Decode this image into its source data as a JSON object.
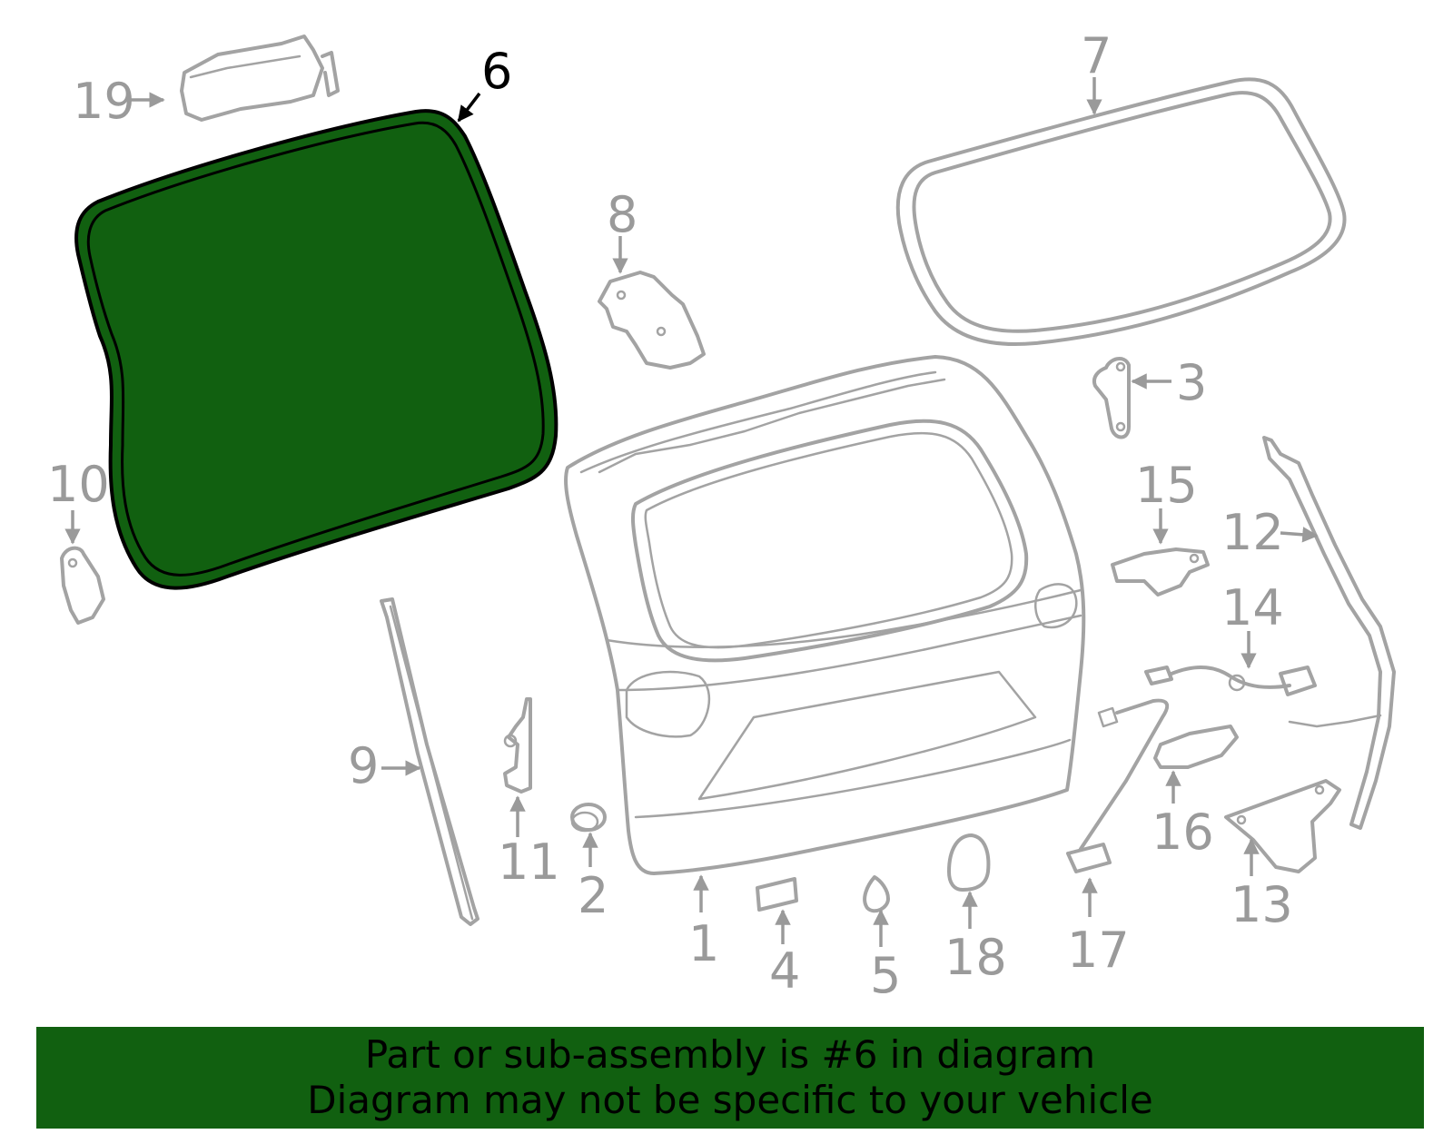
{
  "diagram": {
    "highlighted_part": "6",
    "highlight_color": "#116010",
    "part_color": "#a3a3a3",
    "callouts": [
      "1",
      "2",
      "3",
      "4",
      "5",
      "6",
      "7",
      "8",
      "9",
      "10",
      "11",
      "12",
      "13",
      "14",
      "15",
      "16",
      "17",
      "18",
      "19"
    ]
  },
  "banner": {
    "line1": "Part or sub-assembly is #6 in diagram",
    "line2": "Diagram may not be specific to your vehicle",
    "background": "#116010"
  }
}
